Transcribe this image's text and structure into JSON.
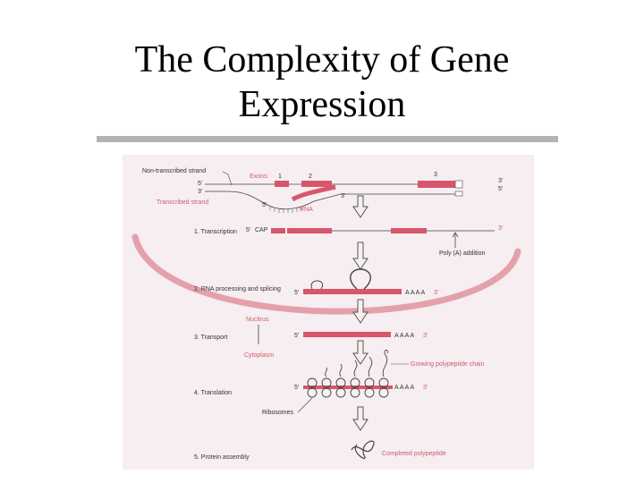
{
  "slide": {
    "title_line1": "The Complexity of Gene",
    "title_line2": "Expression"
  },
  "diagram": {
    "labels": {
      "non_transcribed": "Non-transcribed strand",
      "exons": "Exons:",
      "exon1": "1",
      "exon2": "2",
      "exon3": "3",
      "five_prime": "5'",
      "three_prime": "3'",
      "transcribed": "Transcribed strand",
      "rna": "RNA",
      "cap": "CAP",
      "poly_a": "Poly (A) addition",
      "polya_tail": "A A A A",
      "nucleus": "Nucleus",
      "cytoplasm": "Cytoplasm",
      "growing": "Growing polypeptide chain",
      "ribosomes": "Ribosomes",
      "completed": "Completed polypeptide"
    },
    "steps": [
      "1. Transcription",
      "2. RNA processing and splicing",
      "3. Transport",
      "4. Translation",
      "5. Protein assembly"
    ],
    "colors": {
      "exon": "#d6566c",
      "membrane": "#e4a0ab",
      "background": "#f6eef0",
      "line": "#444444"
    }
  }
}
